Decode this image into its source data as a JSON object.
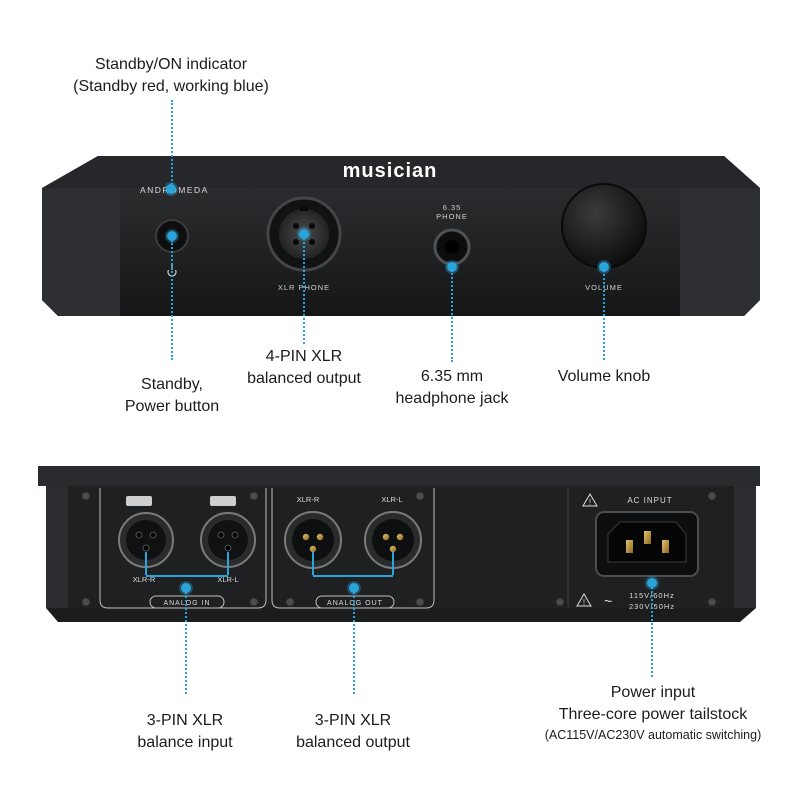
{
  "front": {
    "brand": "musician",
    "model": "ANDROMEDA",
    "xlr_label": "XLR PHONE",
    "jack_label_1": "6.35",
    "jack_label_2": "PHONE",
    "volume_label": "VOLUME"
  },
  "rear": {
    "in_r": "XLR-R",
    "in_l": "XLR-L",
    "out_r": "XLR-R",
    "out_l": "XLR-L",
    "analog_in": "ANALOG IN",
    "analog_out": "ANALOG OUT",
    "ac_input": "AC INPUT",
    "voltage_1": "115V/60Hz",
    "voltage_2": "230V/50Hz"
  },
  "callouts": {
    "standby_indicator": [
      "Standby/ON indicator",
      "(Standby red, working blue)"
    ],
    "standby_button": [
      "Standby,",
      "Power button"
    ],
    "xlr_4pin": [
      "4-PIN XLR",
      "balanced output"
    ],
    "jack": [
      "6.35 mm",
      "headphone jack"
    ],
    "volume": [
      "Volume knob"
    ],
    "balance_input": [
      "3-PIN XLR",
      "balance input"
    ],
    "balanced_output": [
      "3-PIN XLR",
      "balanced output"
    ],
    "power_input": [
      "Power input",
      "Three-core power tailstock",
      "(AC115V/AC230V automatic switching)"
    ]
  },
  "colors": {
    "accent": "#2aa3d8",
    "chassis": "#1e1f21"
  }
}
